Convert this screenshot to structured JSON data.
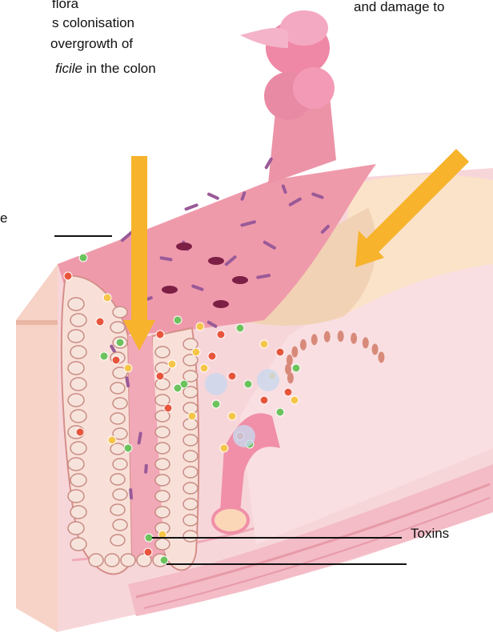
{
  "caption_left": {
    "line1": "flora",
    "line2": "s colonisation",
    "line3": "overgrowth of",
    "line4_italic": "ficile",
    "line4_rest": " in the colon"
  },
  "caption_right": {
    "line1": "and damage to"
  },
  "edge_letter": "e",
  "labels": {
    "toxins": "Toxins"
  },
  "colors": {
    "arrow": "#f7b32b",
    "mucosa": "#f2a3b3",
    "tissue": "#f7d0d4",
    "bacteria": "#9a5a98",
    "cell": "#f6e4dc",
    "toxin_red": "#e8553d",
    "toxin_green": "#6cc25c",
    "toxin_yellow": "#f6c549"
  }
}
